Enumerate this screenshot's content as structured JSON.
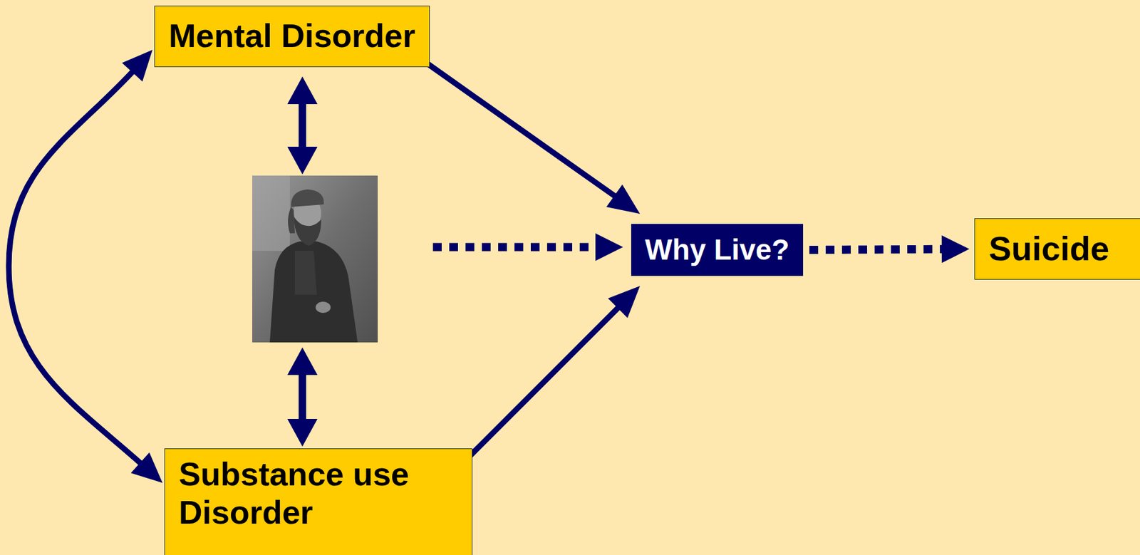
{
  "diagram": {
    "nodes": [
      {
        "text": [
          "Mental Disorder"
        ]
      },
      {
        "text": [
          "Why Live?"
        ]
      },
      {
        "text": [
          "Suicide"
        ]
      },
      {
        "text": [
          "Substance use Disorder"
        ]
      }
    ],
    "edges": [
      {
        "from": 0,
        "to": 3,
        "arrow": "both"
      },
      {
        "from": 0,
        "to": 1,
        "arrow": "to"
      },
      {
        "from": 3,
        "to": 1,
        "arrow": "to"
      },
      {
        "from": 1,
        "to": 2,
        "arrow": "to"
      }
    ]
  }
}
